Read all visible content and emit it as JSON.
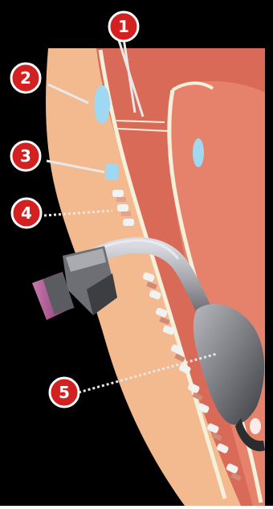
{
  "colors": {
    "background": "#000000",
    "skin": "#f3b98f",
    "skin_edge": "#f7c39a",
    "tissue": "#d96a58",
    "tissue_dark": "#c85a4a",
    "airway_outline": "#f5f0d9",
    "cartilage": "#9fd8f0",
    "callout_fill": "#d32020",
    "callout_ring": "#ffffff",
    "device_gray": "#8a8c90",
    "device_dark": "#4a4b4f",
    "connector_purple": "#a2568a"
  },
  "callouts": [
    {
      "id": "1",
      "label": "1"
    },
    {
      "id": "2",
      "label": "2"
    },
    {
      "id": "3",
      "label": "3"
    },
    {
      "id": "4",
      "label": "4"
    },
    {
      "id": "5",
      "label": "5"
    }
  ],
  "icons": {
    "device": "laryngeal-mask-airway-icon"
  }
}
